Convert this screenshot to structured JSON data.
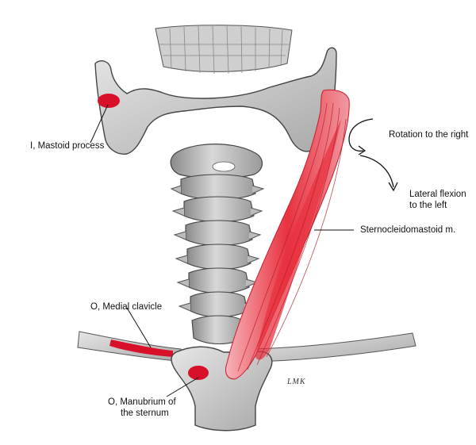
{
  "labels": {
    "mastoid": "I, Mastoid process",
    "rotation": "Rotation to the right",
    "lateral_line1": "Lateral flexion",
    "lateral_line2": "to the left",
    "muscle": "Sternocleidomastoid m.",
    "clavicle": "O, Medial clavicle",
    "manubrium_line1": "O, Manubrium of",
    "manubrium_line2": "the sternum"
  },
  "signature": "LMK",
  "colors": {
    "bone_fill": "#d3d3d3",
    "bone_shade": "#a9a9a9",
    "bone_outline": "#4a4a4a",
    "muscle_red": "#e8323f",
    "muscle_light": "#f4a6ad",
    "insertion_red": "#d8102a"
  },
  "icons": {
    "rotation_arrow": "curved-arrow-icon",
    "flexion_arrow": "curved-arrow-down-icon"
  }
}
